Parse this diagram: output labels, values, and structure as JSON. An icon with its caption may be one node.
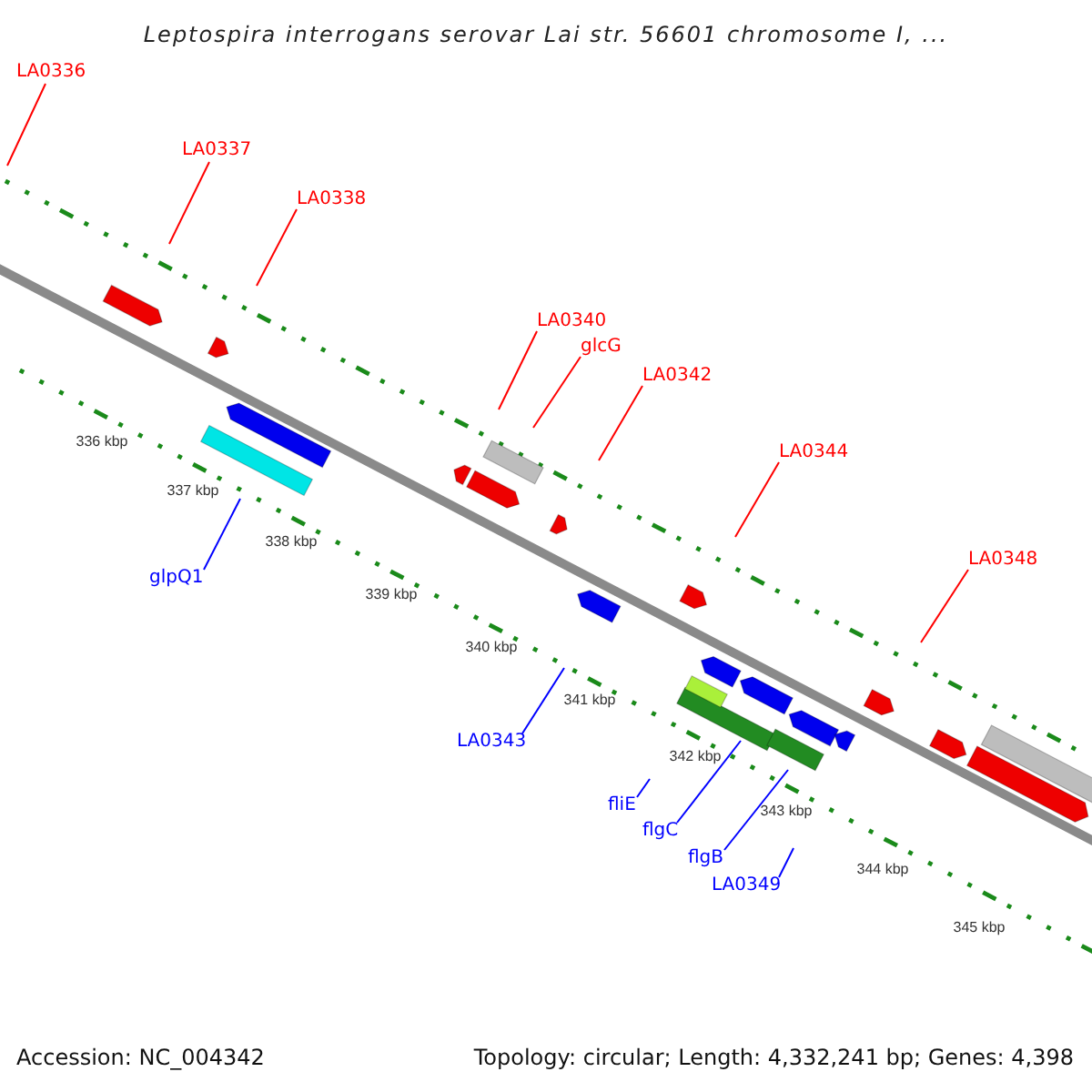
{
  "diagram": {
    "title": "Leptospira interrogans serovar Lai str. 56601 chromosome I, ...",
    "nodes": [
      {
        "text": [
          "LA0336"
        ]
      },
      {
        "text": [
          "LA0337"
        ]
      },
      {
        "text": [
          "LA0338"
        ]
      },
      {
        "text": [
          "LA0340"
        ]
      },
      {
        "text": [
          "glcG"
        ]
      },
      {
        "text": [
          "LA0342"
        ]
      },
      {
        "text": [
          "LA0344"
        ]
      },
      {
        "text": [
          "LA0348"
        ]
      },
      {
        "text": [
          "glpQ1"
        ]
      },
      {
        "text": [
          "LA0343"
        ]
      },
      {
        "text": [
          "fliE"
        ]
      },
      {
        "text": [
          "flgC"
        ]
      },
      {
        "text": [
          "flgB"
        ]
      },
      {
        "text": [
          "LA0349"
        ]
      }
    ],
    "edges": [
      {
        "from": 0,
        "to": null,
        "arrow": "none"
      },
      {
        "from": 1,
        "to": null,
        "arrow": "none"
      },
      {
        "from": 2,
        "to": null,
        "arrow": "none"
      },
      {
        "from": 3,
        "to": null,
        "arrow": "none"
      },
      {
        "from": 4,
        "to": null,
        "arrow": "none"
      },
      {
        "from": 5,
        "to": null,
        "arrow": "none"
      },
      {
        "from": 6,
        "to": null,
        "arrow": "none"
      },
      {
        "from": 7,
        "to": null,
        "arrow": "none"
      },
      {
        "from": 8,
        "to": null,
        "arrow": "none",
        "color": "#0000ff"
      },
      {
        "from": 9,
        "to": null,
        "arrow": "none",
        "color": "#0000ff"
      },
      {
        "from": 10,
        "to": null,
        "arrow": "none",
        "color": "#0000ff"
      },
      {
        "from": 11,
        "to": null,
        "arrow": "none",
        "color": "#0000ff"
      },
      {
        "from": 12,
        "to": null,
        "arrow": "none",
        "color": "#0000ff"
      },
      {
        "from": 13,
        "to": null,
        "arrow": "none",
        "color": "#0000ff"
      }
    ],
    "labels": [
      "336 kbp",
      "337 kbp",
      "338 kbp",
      "339 kbp",
      "340 kbp",
      "341 kbp",
      "342 kbp",
      "343 kbp",
      "344 kbp",
      "345 kbp",
      "Accession: NC_004342",
      "Topology: circular; Length: 4,332,241 bp; Genes: 4,398"
    ]
  }
}
